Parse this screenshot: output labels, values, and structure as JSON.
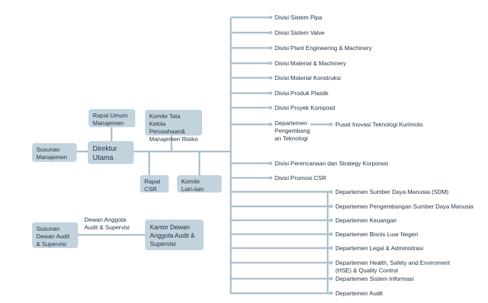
{
  "boxes": {
    "susunan_manajemen": "Susunan\nManajemen",
    "rapat_umum": "Rapat Umum\nManajemen",
    "direktur_utama": "Direktur\nUtama",
    "komite_tata_kelola": "Komite Tata Kelola\nPerusahaan&\nManajemen Risiko",
    "rapat_csr": "Rapat\nCSR",
    "komite_lain": "Komite\nLain-lain",
    "susunan_dewan": "Susunan\nDewan Audit\n& Supervisi",
    "kantor_dewan": "Kantor Dewan\nAnggota Audit &\nSupervisi"
  },
  "labels": {
    "dewan_anggota": "Dewan Anggota\nAudit & Supervisi",
    "pusat_inovasi": "Pusat Inovasi Teknologi Kurimoto"
  },
  "divisions": [
    "Divisi Sistem Pipa",
    "Divisi Sistem Valve",
    "Divisi Plant Engineering & Machinery",
    "Divisi Material & Machinery",
    "Divisi Material Konstruksi",
    "Divisi Produk  Plastik",
    "Divisi Proyek Komposit",
    "Departemen\nPengembang\nan Teknologi",
    "Divisi Perencanaan dan Strategy Korporasi",
    "Divisi Promosi CSR"
  ],
  "departments": [
    "Departemen  Sumber Daya Manusia (SDM)",
    "Departemen  Pengembangan Sumber Daya Manusia",
    "Departemen  Keuangan",
    "Departemen  Bisnis Luar Negeri",
    "Departemen  Legal & Administrasi",
    "Departemen  Health, Safety and Enviroment\n(HSE) & Quality Control",
    "Departemen  Sistem Informasi",
    "Departemen  Audit"
  ]
}
